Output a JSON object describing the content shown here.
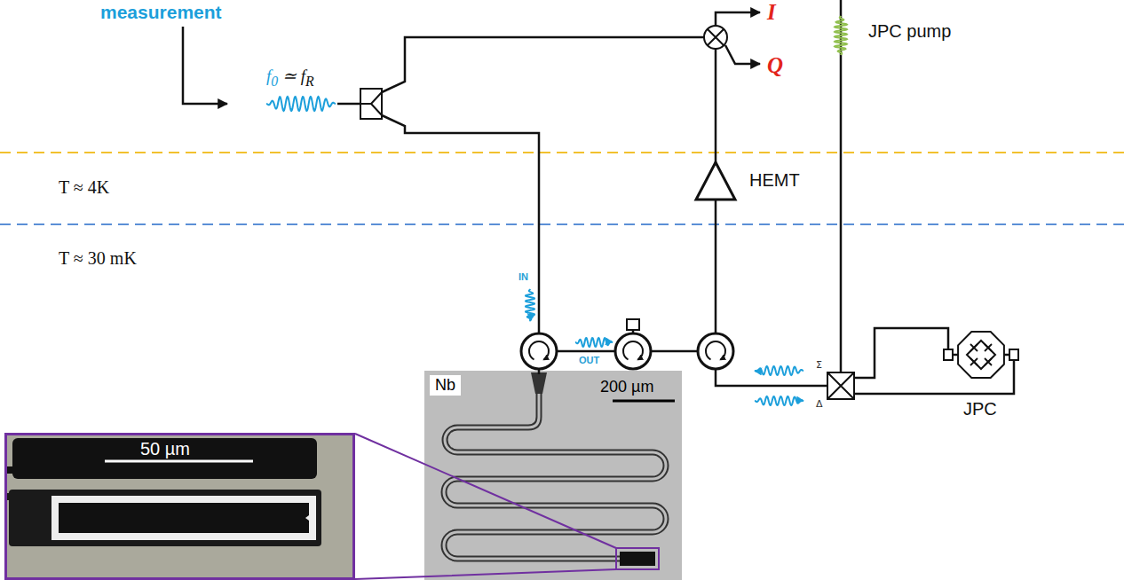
{
  "diagram": {
    "nodes": [
      {
        "text": [
          "HEMT"
        ]
      },
      {
        "text": [
          "JPC"
        ]
      },
      {
        "text": [
          "Nb",
          "200 µm"
        ]
      },
      {
        "text": [
          "50 µm"
        ]
      }
    ],
    "edges": [
      {
        "from": 1,
        "to": 0,
        "arrow": "none"
      },
      {
        "from": 3,
        "to": 2,
        "arrow": "none"
      }
    ],
    "labels": [
      "measurement",
      "f0 ≃ fR",
      "I",
      "Q",
      "JPC pump",
      "T ≈ 4K",
      "T ≈ 30 mK",
      "IN",
      "OUT",
      "Σ",
      "Δ"
    ]
  }
}
